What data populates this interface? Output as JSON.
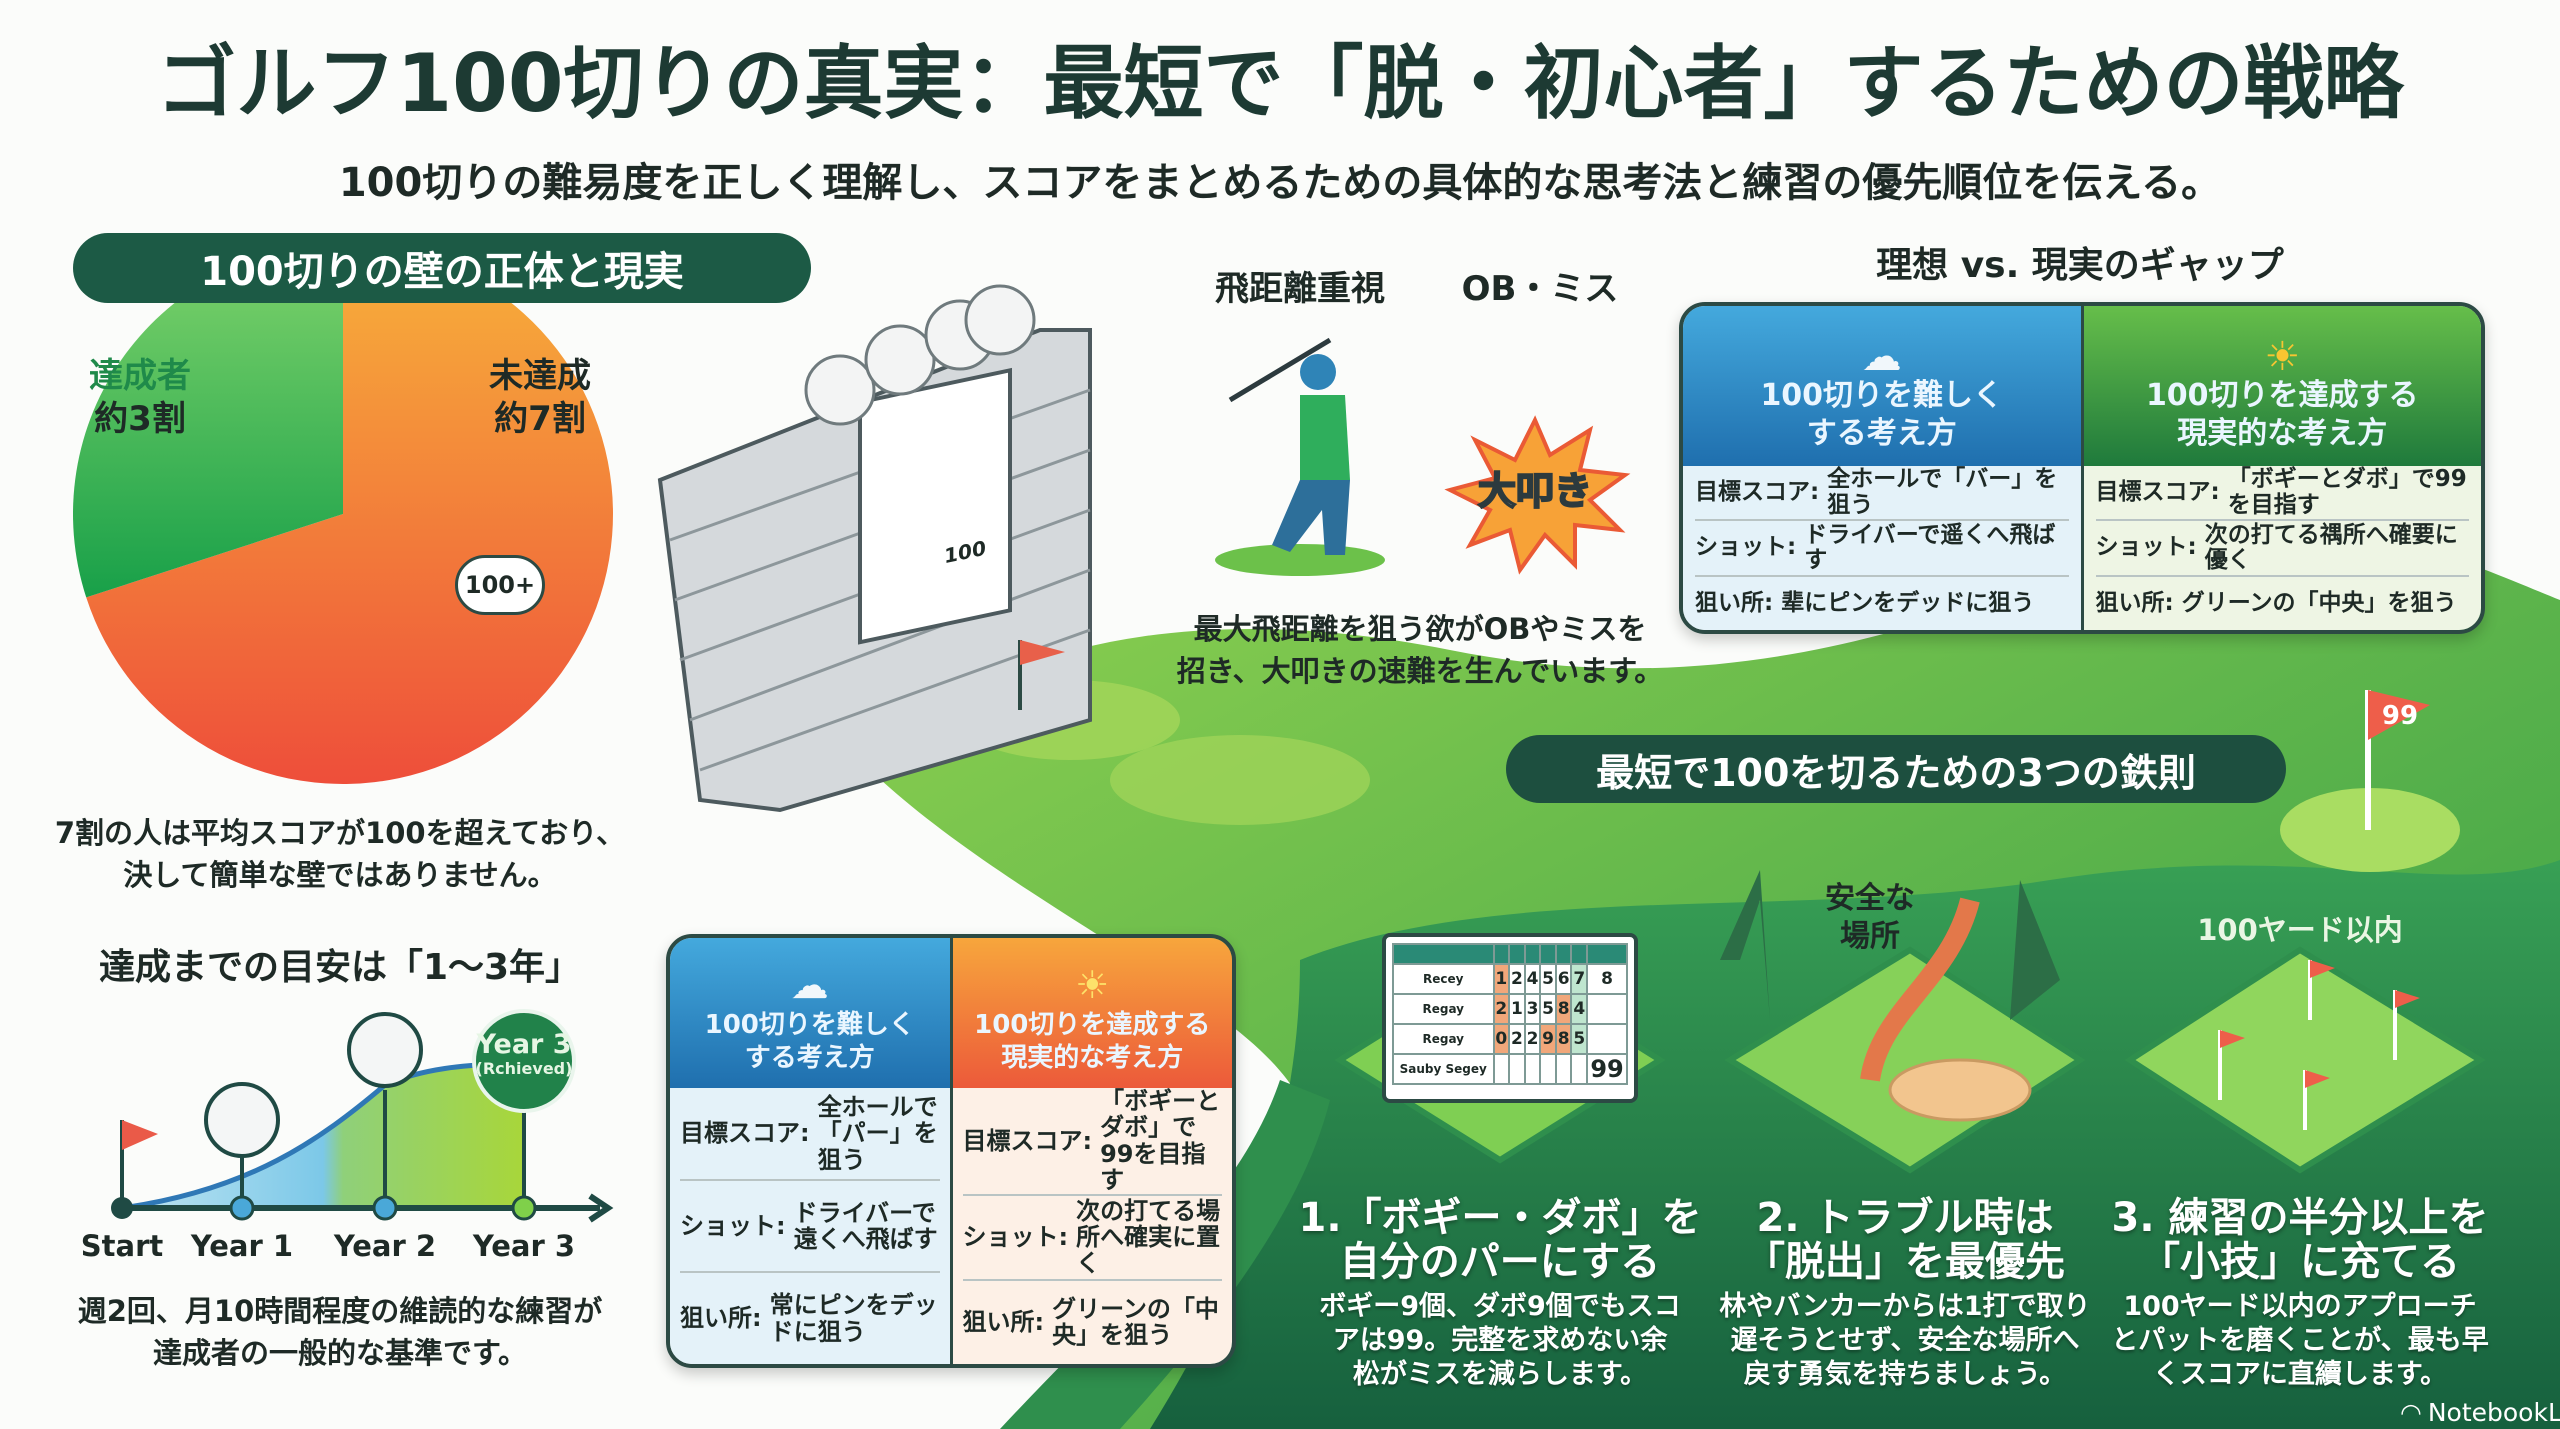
{
  "title": "ゴルフ100切りの真実：最短で「脱・初心者」するための戦略",
  "subtitle": "100切りの難易度を正しく理解し、スコアをまとめるための具体的な思考法と練習の優先順位を伝える。",
  "wall_section": {
    "heading": "100切りの壁の正体と現実",
    "pie": {
      "achieved_label": "達成者",
      "achieved_value": "約3割",
      "achieved_fraction": 0.3,
      "not_achieved_label": "未達成",
      "not_achieved_value": "約7割",
      "not_achieved_fraction": 0.7,
      "bubble": "100+"
    },
    "caption": [
      "7割の人は平均スコアが100を超えており、",
      "決して簡単な壁ではありません。"
    ],
    "wall_card_value": "100"
  },
  "timeline": {
    "heading": "達成までの目安は「1〜3年」",
    "labels": [
      "Start",
      "Year 1",
      "Year 2",
      "Year 3"
    ],
    "badge_title": "Year 3",
    "badge_sub": "(Rchieved)",
    "caption": [
      "週2回、月10時間程度の維読的な練習が",
      "達成者の一般的な基準です。"
    ]
  },
  "swing": {
    "label_left": "飛距離重視",
    "label_right": "OB・ミス",
    "burst": "大叩き",
    "caption": [
      "最大飛距離を狙う欲がOBやミスを",
      "招き、大叩きの速難を生んでいます。"
    ]
  },
  "gap_table": {
    "heading": "理想 vs. 現実のギャップ",
    "left_head": [
      "100切りを難しく",
      "する考え方"
    ],
    "right_head": [
      "100切りを達成する",
      "現実的な考え方"
    ],
    "left_rows": [
      {
        "k": "目標スコア:",
        "v": "全ホールで「バー」を狙う"
      },
      {
        "k": "ショット:",
        "v": "ドライバーで遥くへ飛ばす"
      },
      {
        "k": "狙い所:",
        "v": "辈にピンをデッドに狙う"
      }
    ],
    "right_rows": [
      {
        "k": "目標スコア:",
        "v": "「ボギーとダボ」で99を目指す"
      },
      {
        "k": "ショット:",
        "v": "次の打てる禑所へ確要に優く"
      },
      {
        "k": "狙い所:",
        "v": "グリーンの「中央」を狙う"
      }
    ]
  },
  "bottom_table": {
    "left_head": [
      "100切りを難しく",
      "する考え方"
    ],
    "right_head": [
      "100切りを達成する",
      "現実的な考え方"
    ],
    "left_rows": [
      {
        "k": "目標スコア:",
        "v": "全ホールで「パー」を狙う"
      },
      {
        "k": "ショット:",
        "v": "ドライバーで遠くへ飛ばす"
      },
      {
        "k": "狙い所:",
        "v": "常にピンをデッドに狙う"
      }
    ],
    "right_rows": [
      {
        "k": "目標スコア:",
        "v": "「ボギーとダボ」で99を目指す"
      },
      {
        "k": "ショット:",
        "v": "次の打てる場所へ確実に置く"
      },
      {
        "k": "狙い所:",
        "v": "グリーンの「中央」を狙う"
      }
    ]
  },
  "rules": {
    "heading": "最短で100を切るための3つの鉄則",
    "flag_number": "99",
    "safe_label": [
      "安全な",
      "場所"
    ],
    "yard_label": "100ヤード以内",
    "scorecard": {
      "rows": [
        {
          "name": "Recey",
          "cells": [
            "1",
            "2",
            "4",
            "5",
            "6",
            "7",
            "8"
          ]
        },
        {
          "name": "Regay",
          "cells": [
            "2",
            "1",
            "3",
            "5",
            "8",
            "4",
            ""
          ]
        },
        {
          "name": "Regay",
          "cells": [
            "0",
            "2",
            "2",
            "9",
            "8",
            "5",
            ""
          ]
        },
        {
          "name": "Sauby Segey",
          "cells": [
            "",
            "",
            "",
            "",
            "",
            "",
            ""
          ]
        }
      ],
      "total": "99"
    },
    "items": [
      {
        "title": [
          "1.「ボギー・ダボ」を",
          "自分のパーにする"
        ],
        "desc": [
          "ボギー9個、ダボ9個でもスコ",
          "アは99。完整を求めない余",
          "松がミスを減らします。"
        ]
      },
      {
        "title": [
          "2. トラブル時は",
          "「脱出」を最優先"
        ],
        "desc": [
          "林やバンカーからは1打で取り",
          "遅そうとせず、安全な場所へ",
          "戻す勇気を持ちましょう。"
        ]
      },
      {
        "title": [
          "3. 練習の半分以上を",
          "「小技」に充てる"
        ],
        "desc": [
          "100ヤード以内のアプローチ",
          "とパットを磨くことが、最も早",
          "くスコアに直續します。"
        ]
      }
    ]
  },
  "branding": "NotebookLM",
  "colors": {
    "dark_green": "#1c5a45",
    "orange": "#f39a3a",
    "blue": "#2a86c6",
    "grass": "#4caf50"
  }
}
